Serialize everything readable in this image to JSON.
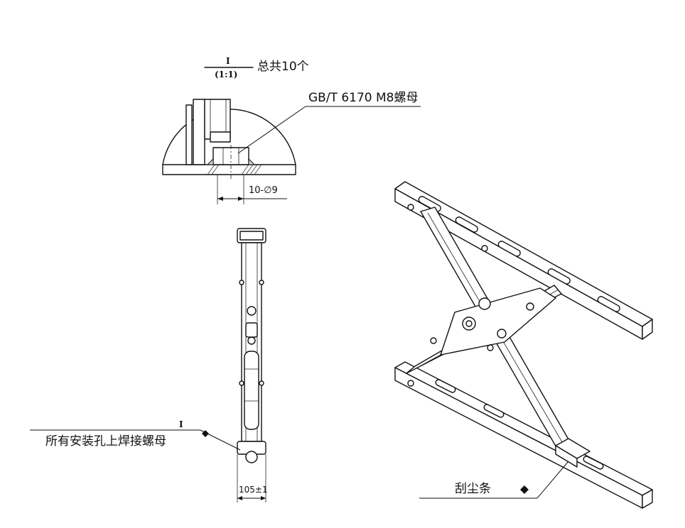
{
  "detail": {
    "mark": "I",
    "scale": "(1:1)",
    "qty": "总共10个",
    "nut_callout": "GB/T 6170 M8螺母",
    "hole_dim": "10-∅9"
  },
  "side_view": {
    "mark": "I",
    "note": "所有安装孔上焊接螺母",
    "width_dim": "105±1"
  },
  "iso_view": {
    "strip_label": "刮尘条"
  }
}
